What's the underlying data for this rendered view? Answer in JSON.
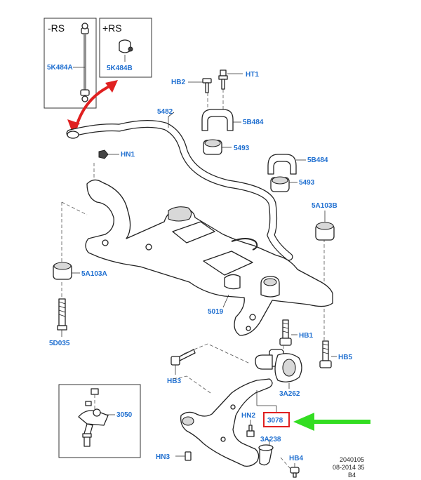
{
  "insets": {
    "minus_rs": {
      "title": "-RS",
      "part": "5K484A"
    },
    "plus_rs": {
      "title": "+RS",
      "part": "5K484B"
    },
    "ball_joint": {
      "part": "3050"
    }
  },
  "labels": {
    "ht1": "HT1",
    "hb2": "HB2",
    "p5482": "5482",
    "p5b484_top": "5B484",
    "hn1": "HN1",
    "p5493_top": "5493",
    "p5b484_right": "5B484",
    "p5493_right": "5493",
    "p5a103b": "5A103B",
    "p5a103a": "5A103A",
    "p5019": "5019",
    "p5d035": "5D035",
    "hb1": "HB1",
    "hb5": "HB5",
    "hb3": "HB3",
    "p3a262": "3A262",
    "p3078": "3078",
    "hn2": "HN2",
    "p3a238": "3A238",
    "hb4": "HB4",
    "hn3": "HN3"
  },
  "meta": {
    "line1": "2040105",
    "line2": "08-2014 35",
    "line3": "B4"
  },
  "colors": {
    "label_blue": "#1f6fd0",
    "arrow_red": "#e02020",
    "arrow_green": "#33dd22",
    "highlight_box": "#e02020"
  }
}
